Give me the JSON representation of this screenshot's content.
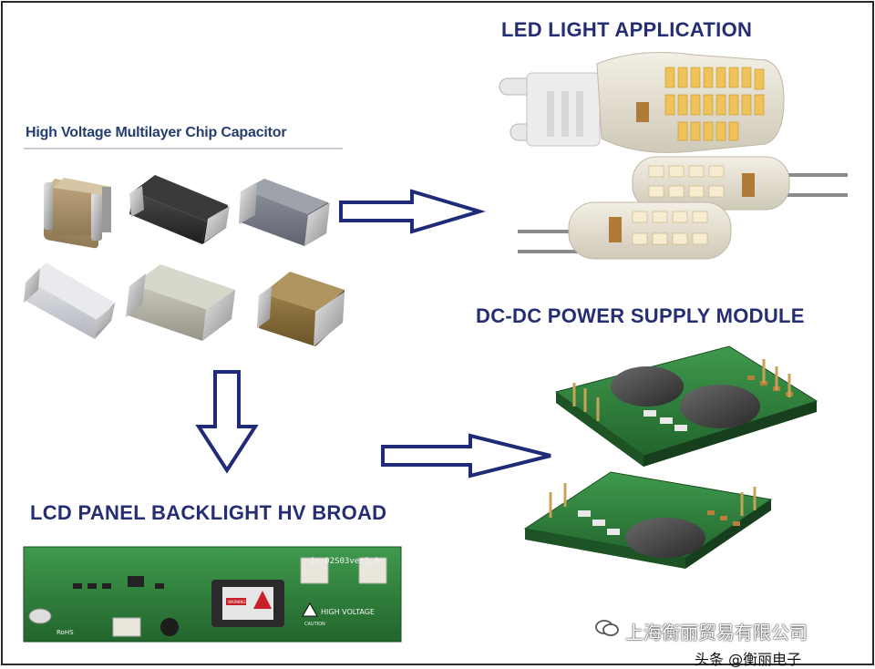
{
  "headings": {
    "led": "LED LIGHT APPLICATION",
    "capacitor": "High Voltage Multilayer Chip Capacitor",
    "dcdc": "DC-DC POWER SUPPLY MODULE",
    "lcd": "LCD PANEL BACKLIGHT HV BROAD"
  },
  "board_labels": {
    "model": "Jx-02S03ver3.0",
    "hv": "HIGH VOLTAGE",
    "caution": "CAUTION",
    "rohs": "RoHS",
    "warning": "WARNING"
  },
  "watermark": {
    "company": "上海衡丽贸易有限公司",
    "source": "头条 @衡丽电子",
    "icon": "wechat-icon"
  },
  "colors": {
    "heading": "#252d73",
    "arrow_stroke": "#1f2a78",
    "pcb_green": "#2e7d3a"
  }
}
